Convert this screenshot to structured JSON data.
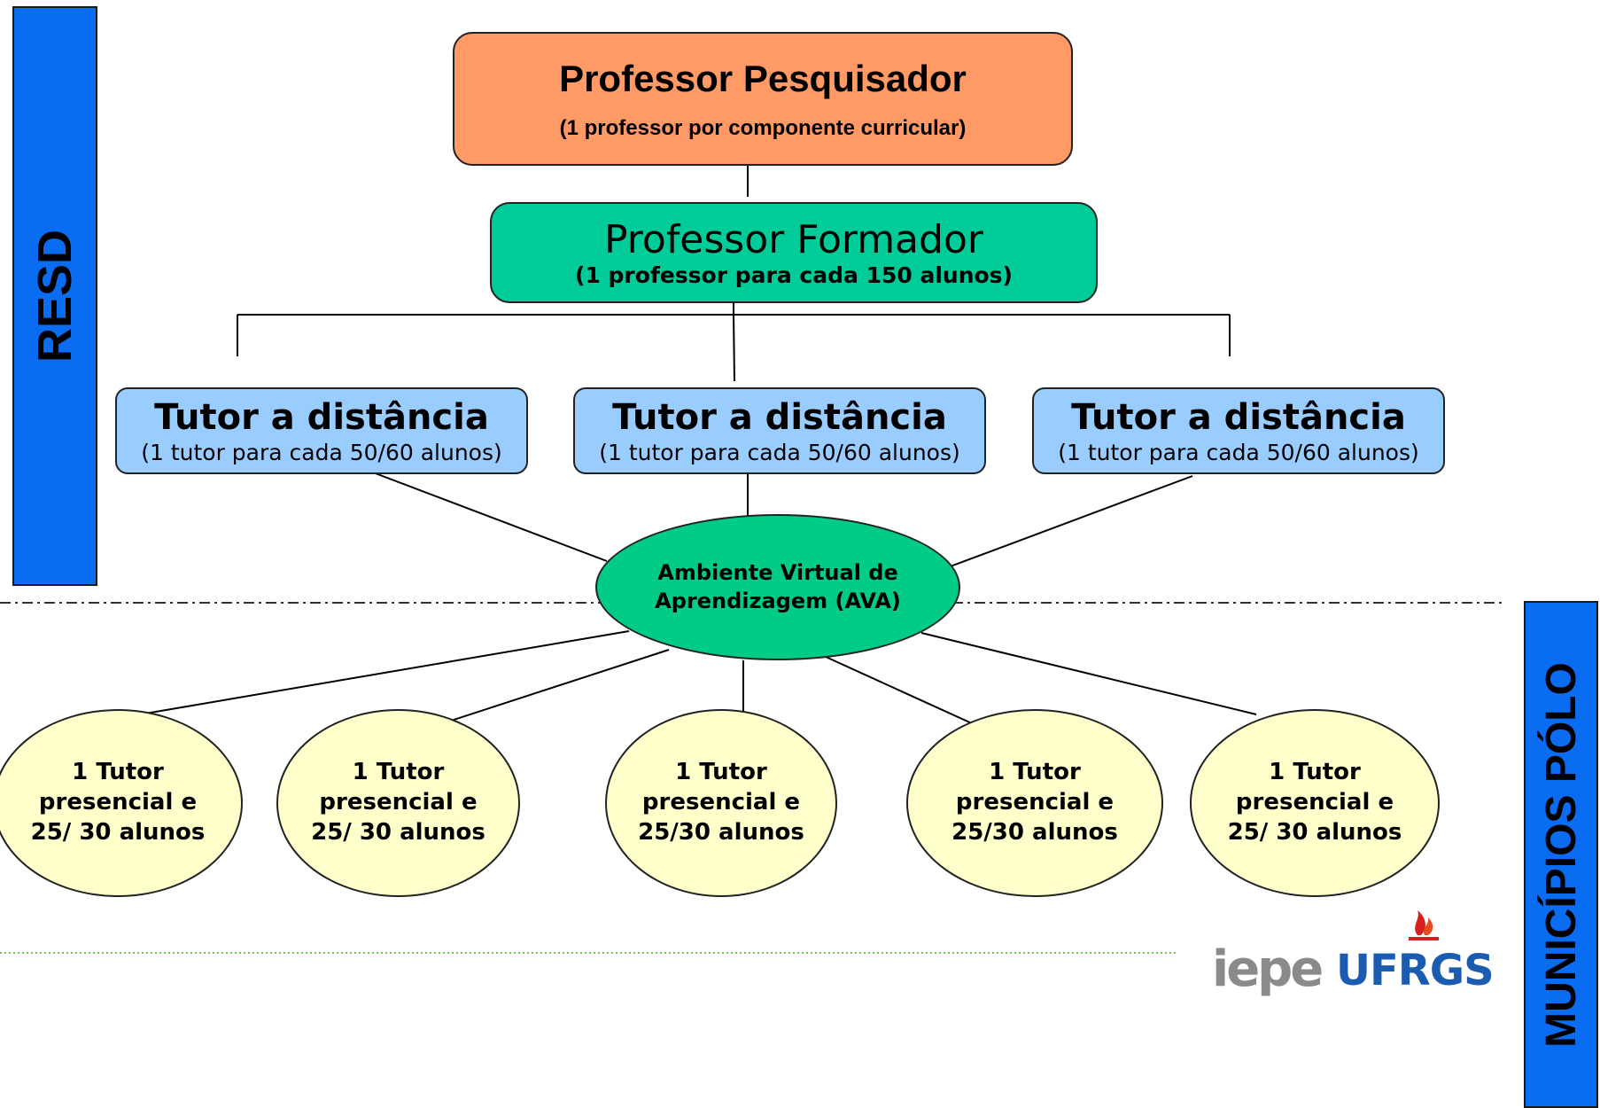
{
  "sides": {
    "left": "RESD",
    "right": "MUNICÍPIOS PÓLO"
  },
  "pesquisador": {
    "title": "Professor Pesquisador",
    "subtitle": "(1 professor por componente curricular)"
  },
  "formador": {
    "title": "Professor Formador",
    "subtitle": "(1 professor para cada 150 alunos)"
  },
  "tutores_distancia": [
    {
      "title": "Tutor a distância",
      "subtitle": "(1 tutor para cada 50/60 alunos)"
    },
    {
      "title": "Tutor a distância",
      "subtitle": "(1 tutor para cada 50/60 alunos)"
    },
    {
      "title": "Tutor a distância",
      "subtitle": "(1 tutor para cada 50/60 alunos)"
    }
  ],
  "ava": {
    "label": "Ambiente Virtual de Aprendizagem (AVA)"
  },
  "polos": [
    {
      "label": "1 Tutor\npresencial e\n25/ 30 alunos"
    },
    {
      "label": "1 Tutor\npresencial e\n25/ 30 alunos"
    },
    {
      "label": "1 Tutor\npresencial e\n25/30 alunos"
    },
    {
      "label": "1 Tutor\npresencial e\n25/30 alunos"
    },
    {
      "label": "1 Tutor\npresencial e\n25/ 30 alunos"
    }
  ],
  "logo": {
    "iepe": "iepe",
    "ufrgs": "UFRGS"
  },
  "colors": {
    "sidebar": "#0a6cf0",
    "pesquisador": "#ff9966",
    "formador": "#00cc99",
    "tutor": "#99ccff",
    "ava": "#00cc88",
    "polo": "#ffffcc",
    "logo_gray": "#8a8a8a",
    "logo_blue": "#1b5bb0",
    "logo_red": "#d81e1e"
  }
}
